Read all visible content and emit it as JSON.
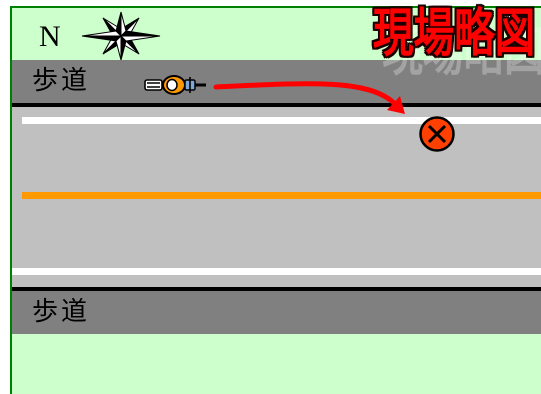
{
  "diagram": {
    "title": "現場略図",
    "compass_label": "N"
  },
  "sidewalks": {
    "top_label": "歩道",
    "bottom_label": "歩道"
  },
  "icons": {
    "compass": "compass-rose-icon",
    "vehicle": "motorcycle-icon",
    "impact_point": "collision-marker-icon",
    "movement": "trajectory-arrow"
  },
  "colors": {
    "background": "#ccffcc",
    "frame_border": "#008000",
    "sidewalk": "#808080",
    "road": "#c0c0c0",
    "road_edge_line": "#000000",
    "lane_line": "#ffffff",
    "center_line": "#ff9900",
    "title": "#ff0000",
    "arrow": "#ff0000",
    "collision_marker": "#ff4000"
  }
}
